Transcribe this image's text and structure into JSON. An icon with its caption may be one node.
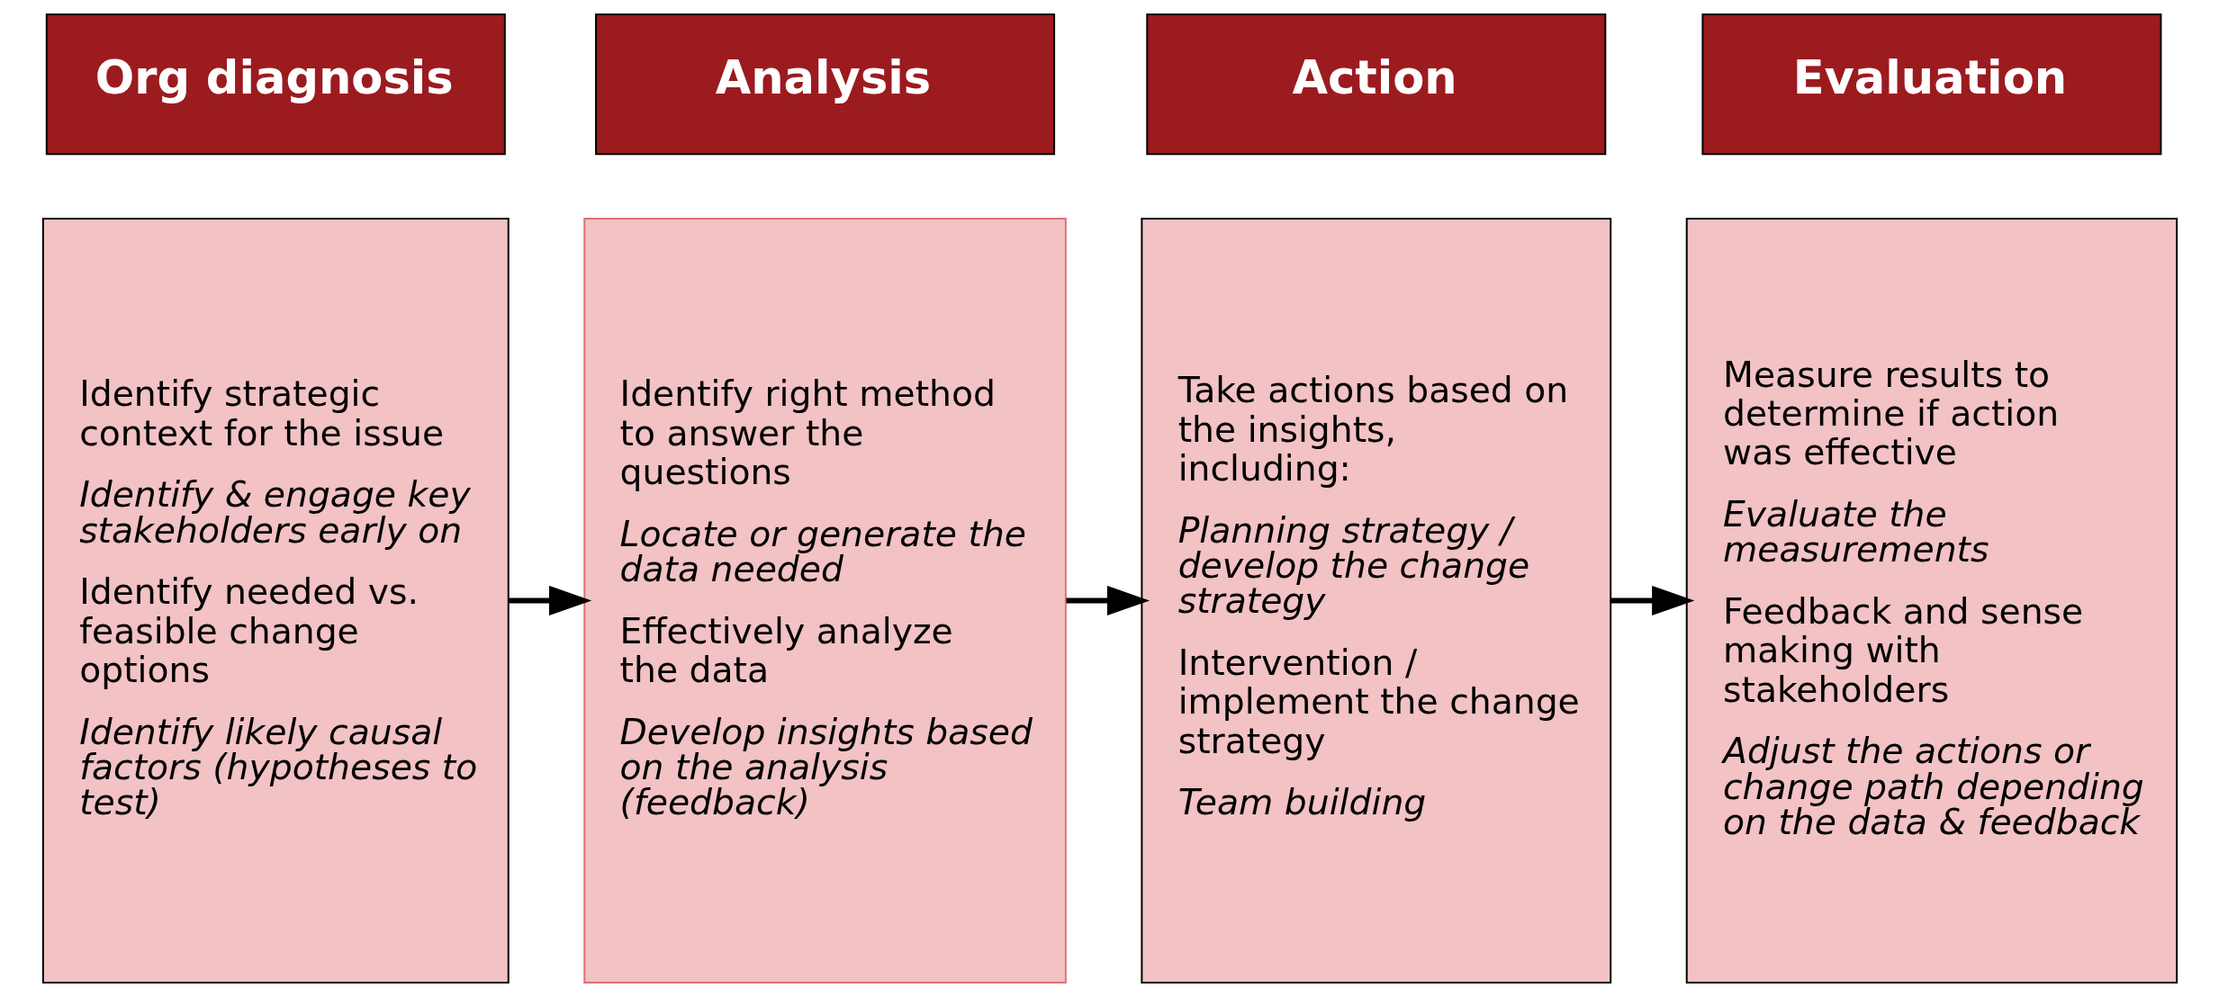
{
  "diagram": {
    "nodes": [
      {
        "text": [
          "Org diagnosis"
        ]
      },
      {
        "text": [
          "Analysis"
        ]
      },
      {
        "text": [
          "Action"
        ]
      },
      {
        "text": [
          "Evaluation"
        ]
      },
      {
        "text": [
          "Identify strategic context for the issue",
          "Identify & engage key stakeholders early on",
          "Identify needed vs. feasible change options",
          "Identify likely causal factors (hypotheses to test)"
        ]
      },
      {
        "text": [
          "Identify right method to answer the questions",
          "Locate or generate the data needed",
          "Effectively analyze the data",
          "Develop insights based on the analysis (feedback)"
        ]
      },
      {
        "text": [
          "Take actions based on the insights, including:",
          "Planning strategy / develop the change strategy",
          "Intervention / implement the change strategy",
          "Team building"
        ]
      },
      {
        "text": [
          "Measure results to determine if action was effective",
          "Evaluate the measurements",
          "Feedback and sense making with stakeholders",
          "Adjust the actions or change path depending on the data & feedback"
        ]
      }
    ],
    "edges": [
      {
        "from": 4,
        "to": 5,
        "arrow": "to"
      },
      {
        "from": 5,
        "to": 6,
        "arrow": "to"
      },
      {
        "from": 6,
        "to": 7,
        "arrow": "to"
      }
    ]
  }
}
